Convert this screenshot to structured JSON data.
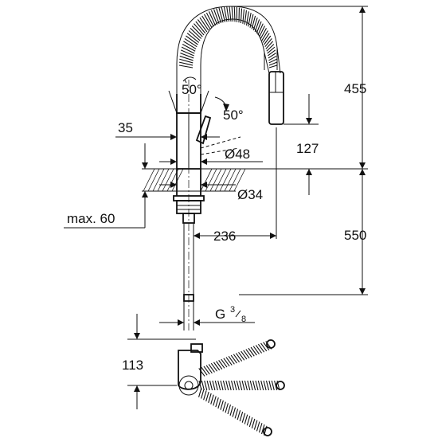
{
  "dimensions": {
    "spout_height": "455",
    "total_height": "550",
    "spout_reach": "236",
    "spray_drop": "127",
    "body_diameter": "Ø48",
    "base_diameter": "Ø34",
    "lever_offset": "35",
    "max_thickness": "max. 60",
    "swivel_angle": "50°",
    "lever_angle": "50°",
    "thread_prefix": "G",
    "thread_num": "3",
    "thread_den": "8",
    "plan_height": "113"
  }
}
